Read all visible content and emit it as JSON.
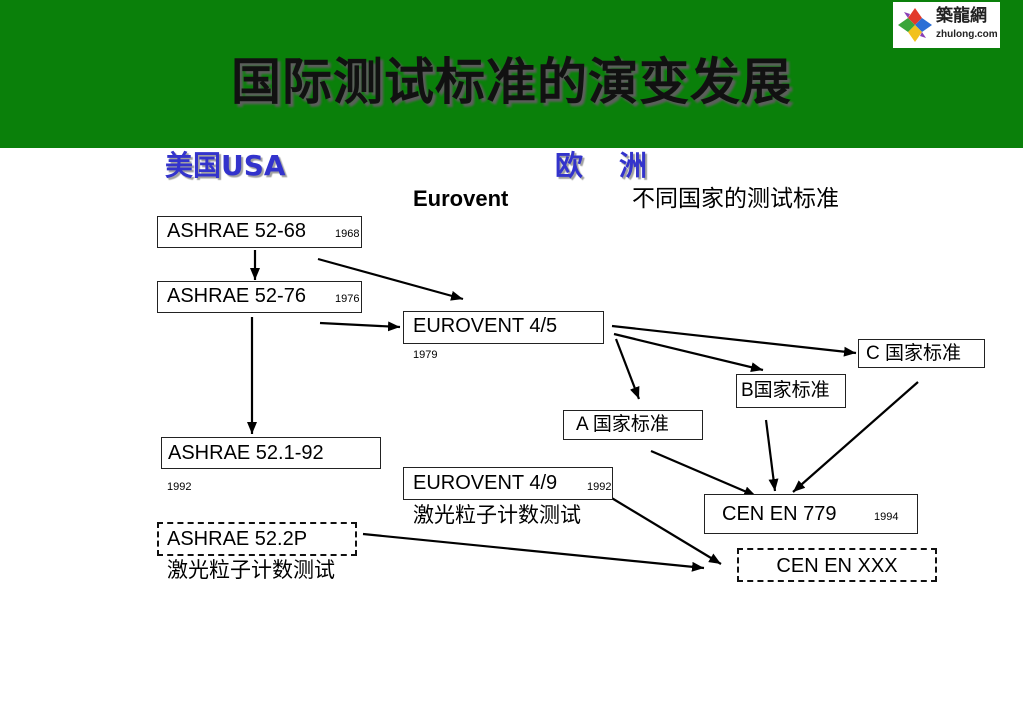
{
  "header": {
    "title": "国际测试标准的演变发展"
  },
  "logo": {
    "icon": "zhulong-pinwheel-logo",
    "name": "築龍網",
    "url_text": "zhulong.com"
  },
  "regions": {
    "usa": "美国USA",
    "europe": "欧　洲"
  },
  "subheadings": {
    "eurovent": "Eurovent",
    "national": "不同国家的测试标准"
  },
  "nodes": {
    "ashrae_52_68": {
      "label": "ASHRAE 52-68",
      "year": "1968"
    },
    "ashrae_52_76": {
      "label": "ASHRAE 52-76",
      "year": "1976"
    },
    "eurovent_4_5": {
      "label": "EUROVENT 4/5",
      "year": "1979"
    },
    "national_c": {
      "label": "C 国家标准"
    },
    "national_b": {
      "label": "B国家标准"
    },
    "national_a": {
      "label": "A 国家标准"
    },
    "ashrae_52_1_92": {
      "label": "ASHRAE 52.1-92",
      "year": "1992"
    },
    "eurovent_4_9": {
      "label": "EUROVENT 4/9",
      "year": "1992",
      "note": "激光粒子计数测试"
    },
    "cen_en_779": {
      "label": "CEN EN 779",
      "year": "1994"
    },
    "ashrae_52_2p": {
      "label": "ASHRAE 52.2P",
      "note": "激光粒子计数测试"
    },
    "cen_en_xxx": {
      "label": "CEN EN XXX"
    }
  },
  "colors": {
    "header_bg": "#0a800a",
    "region_heading": "#3333cc",
    "arrow": "#000000"
  }
}
